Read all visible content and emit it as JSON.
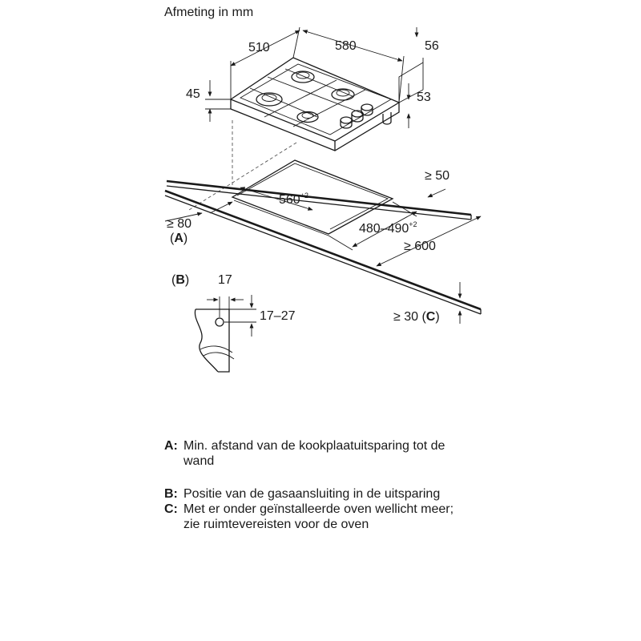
{
  "title": "Afmeting in mm",
  "dimensions": {
    "hob_depth": "510",
    "hob_width": "580",
    "knob_side": "56",
    "height_left": "45",
    "height_right": "53",
    "cutout_width": "560",
    "cutout_width_tol": "+2",
    "cutout_depth": "480–490",
    "cutout_depth_tol": "+2",
    "rear_gap": "≥ 50",
    "wall_gap": "≥ 80",
    "worktop_depth": "≥ 600",
    "bottom_gap_prefix": "≥ 30 (",
    "bottom_gap_key": "C",
    "bottom_gap_suffix": ")",
    "detail_offset": "17",
    "detail_height": "17–27"
  },
  "markers": {
    "a_open": "(",
    "a_key": "A",
    "a_close": ")",
    "b_open": "(",
    "b_key": "B",
    "b_close": ")"
  },
  "legend": [
    {
      "key": "A:",
      "text": "Min. afstand van de kookplaatuitsparing tot de wand"
    },
    {
      "key": "B:",
      "text": "Positie van de gasaansluiting in de uitsparing"
    },
    {
      "key": "C:",
      "text": "Met er onder geïnstalleerde oven wellicht meer; zie ruimtevereisten voor de oven"
    }
  ]
}
